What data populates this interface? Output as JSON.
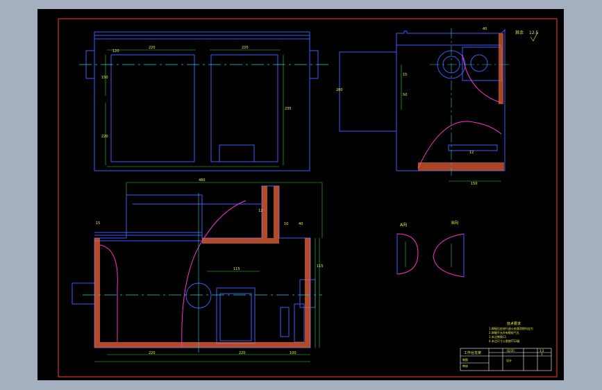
{
  "colors": {
    "background": "#a4b0c0",
    "sheet": "#000000",
    "frame": "#ff3b2f",
    "outline": "#3b5bff",
    "dimension": "#33d633",
    "center": "#22d6e0",
    "arc": "#ff33cc",
    "hatch": "#ff6a3d",
    "text": "#f2f24a"
  },
  "dims": {
    "top_left": "220",
    "top_right": "220",
    "top_side": "120",
    "v1": "150",
    "v2": "220",
    "v3": "235",
    "rt_height": "280",
    "rt_a": "15",
    "rt_b": "50",
    "rt_c": "12",
    "rt_d": "40",
    "rt_bottom": "150",
    "front_total": "480",
    "front_bot_left": "220",
    "front_bot_right": "220",
    "front_bot_small": "100",
    "front_top": "115",
    "front_left_small": "15",
    "front_right_small": "10",
    "front_top_right": "40",
    "front_h": "115",
    "front_v": "12"
  },
  "section_labels": {
    "a": "A向",
    "b": "B向"
  },
  "notes": {
    "title": "技术要求",
    "lines": [
      "1.焊接后应进行退火处理消除内应力",
      "2.焊缝不允许有裂纹气孔",
      "3.未注倒角C1",
      "4.未注尺寸公差按IT12级"
    ]
  },
  "title_block": {
    "drawing_name": "工作台支架",
    "material": "Q235",
    "scale": "1:2",
    "sheet": "1",
    "company": "设计",
    "row_a": "制图",
    "row_b": "审核"
  },
  "roughness": {
    "symbol": "12.5",
    "note": "其余"
  }
}
